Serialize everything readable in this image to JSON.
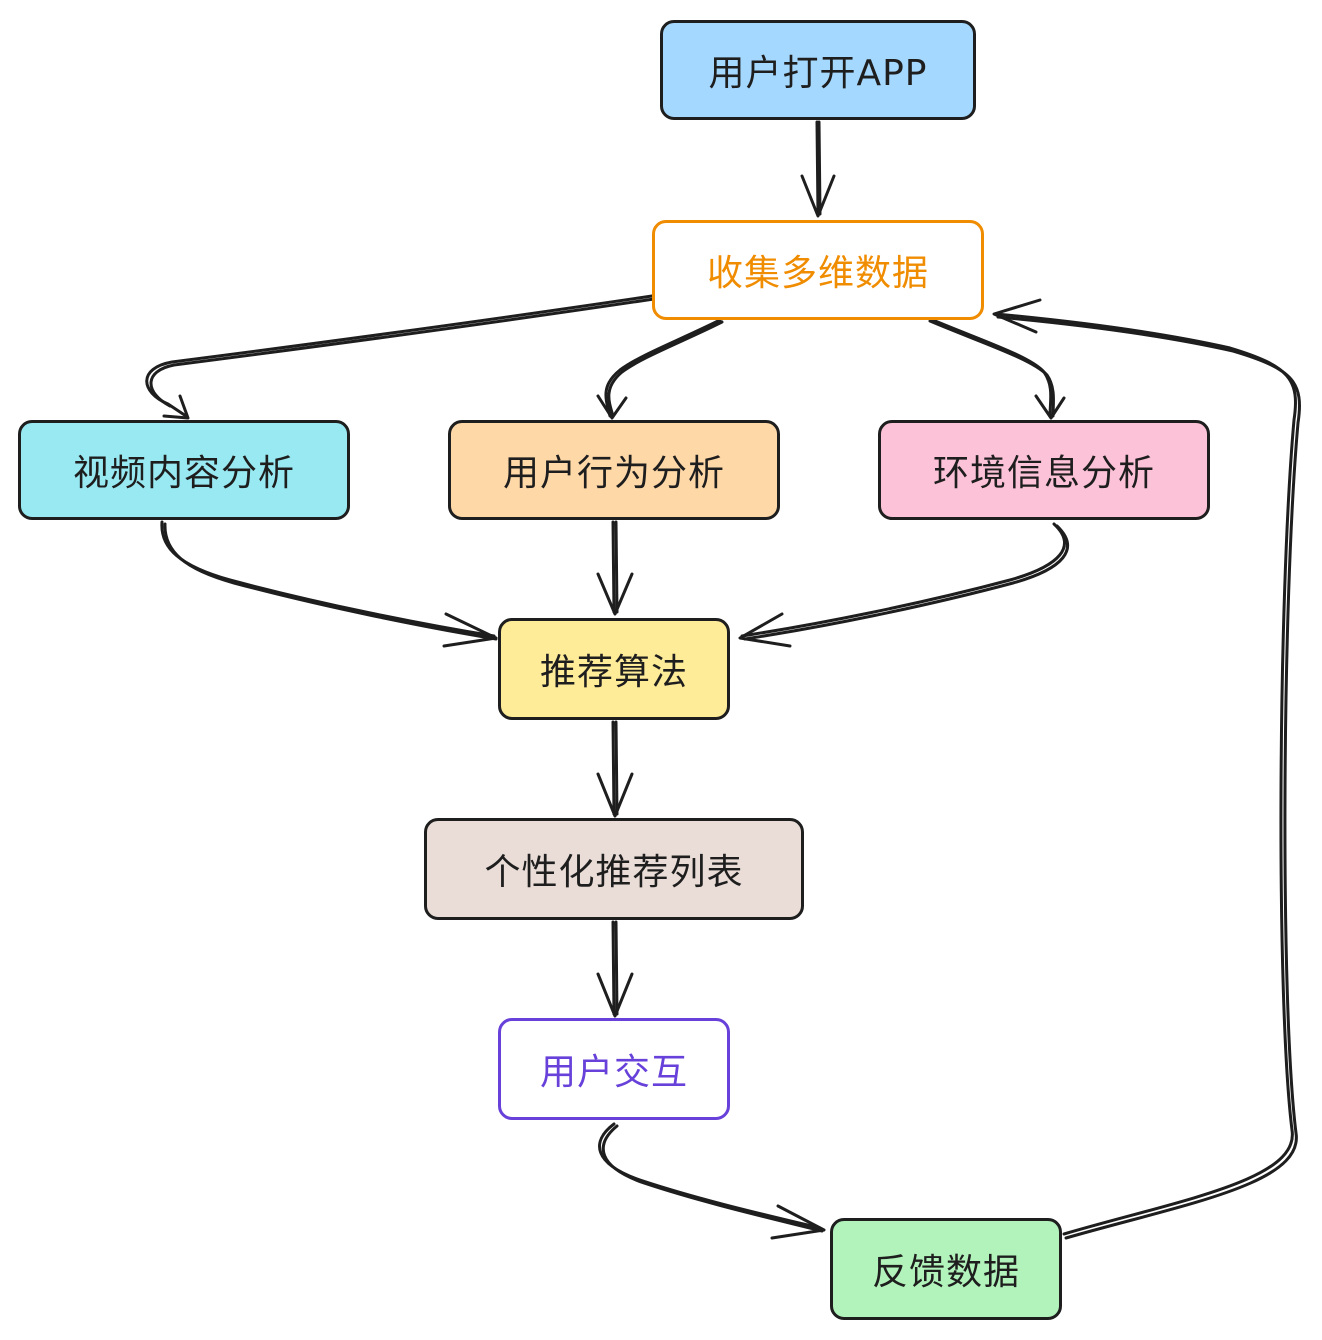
{
  "nodes": {
    "open_app": {
      "label": "用户打开APP",
      "fill": "#a5d8ff",
      "stroke": "#1e1e1e",
      "text_color": "#1e1e1e"
    },
    "collect": {
      "label": "收集多维数据",
      "fill": "#ffffff",
      "stroke": "#f08c00",
      "text_color": "#f08c00"
    },
    "video": {
      "label": "视频内容分析",
      "fill": "#99e9f2",
      "stroke": "#1e1e1e",
      "text_color": "#1e1e1e"
    },
    "behavior": {
      "label": "用户行为分析",
      "fill": "#ffd8a8",
      "stroke": "#1e1e1e",
      "text_color": "#1e1e1e"
    },
    "environment": {
      "label": "环境信息分析",
      "fill": "#fcc2d7",
      "stroke": "#1e1e1e",
      "text_color": "#1e1e1e"
    },
    "algorithm": {
      "label": "推荐算法",
      "fill": "#ffec99",
      "stroke": "#1e1e1e",
      "text_color": "#1e1e1e"
    },
    "list": {
      "label": "个性化推荐列表",
      "fill": "#eaddd7",
      "stroke": "#1e1e1e",
      "text_color": "#1e1e1e"
    },
    "interaction": {
      "label": "用户交互",
      "fill": "#ffffff",
      "stroke": "#6741d9",
      "text_color": "#6741d9"
    },
    "feedback": {
      "label": "反馈数据",
      "fill": "#b2f2bb",
      "stroke": "#1e1e1e",
      "text_color": "#1e1e1e"
    }
  },
  "edges": [
    {
      "from": "open_app",
      "to": "collect"
    },
    {
      "from": "collect",
      "to": "video"
    },
    {
      "from": "collect",
      "to": "behavior"
    },
    {
      "from": "collect",
      "to": "environment"
    },
    {
      "from": "video",
      "to": "algorithm"
    },
    {
      "from": "behavior",
      "to": "algorithm"
    },
    {
      "from": "environment",
      "to": "algorithm"
    },
    {
      "from": "algorithm",
      "to": "list"
    },
    {
      "from": "list",
      "to": "interaction"
    },
    {
      "from": "interaction",
      "to": "feedback"
    },
    {
      "from": "feedback",
      "to": "collect"
    }
  ],
  "colors": {
    "line": "#1e1e1e"
  }
}
